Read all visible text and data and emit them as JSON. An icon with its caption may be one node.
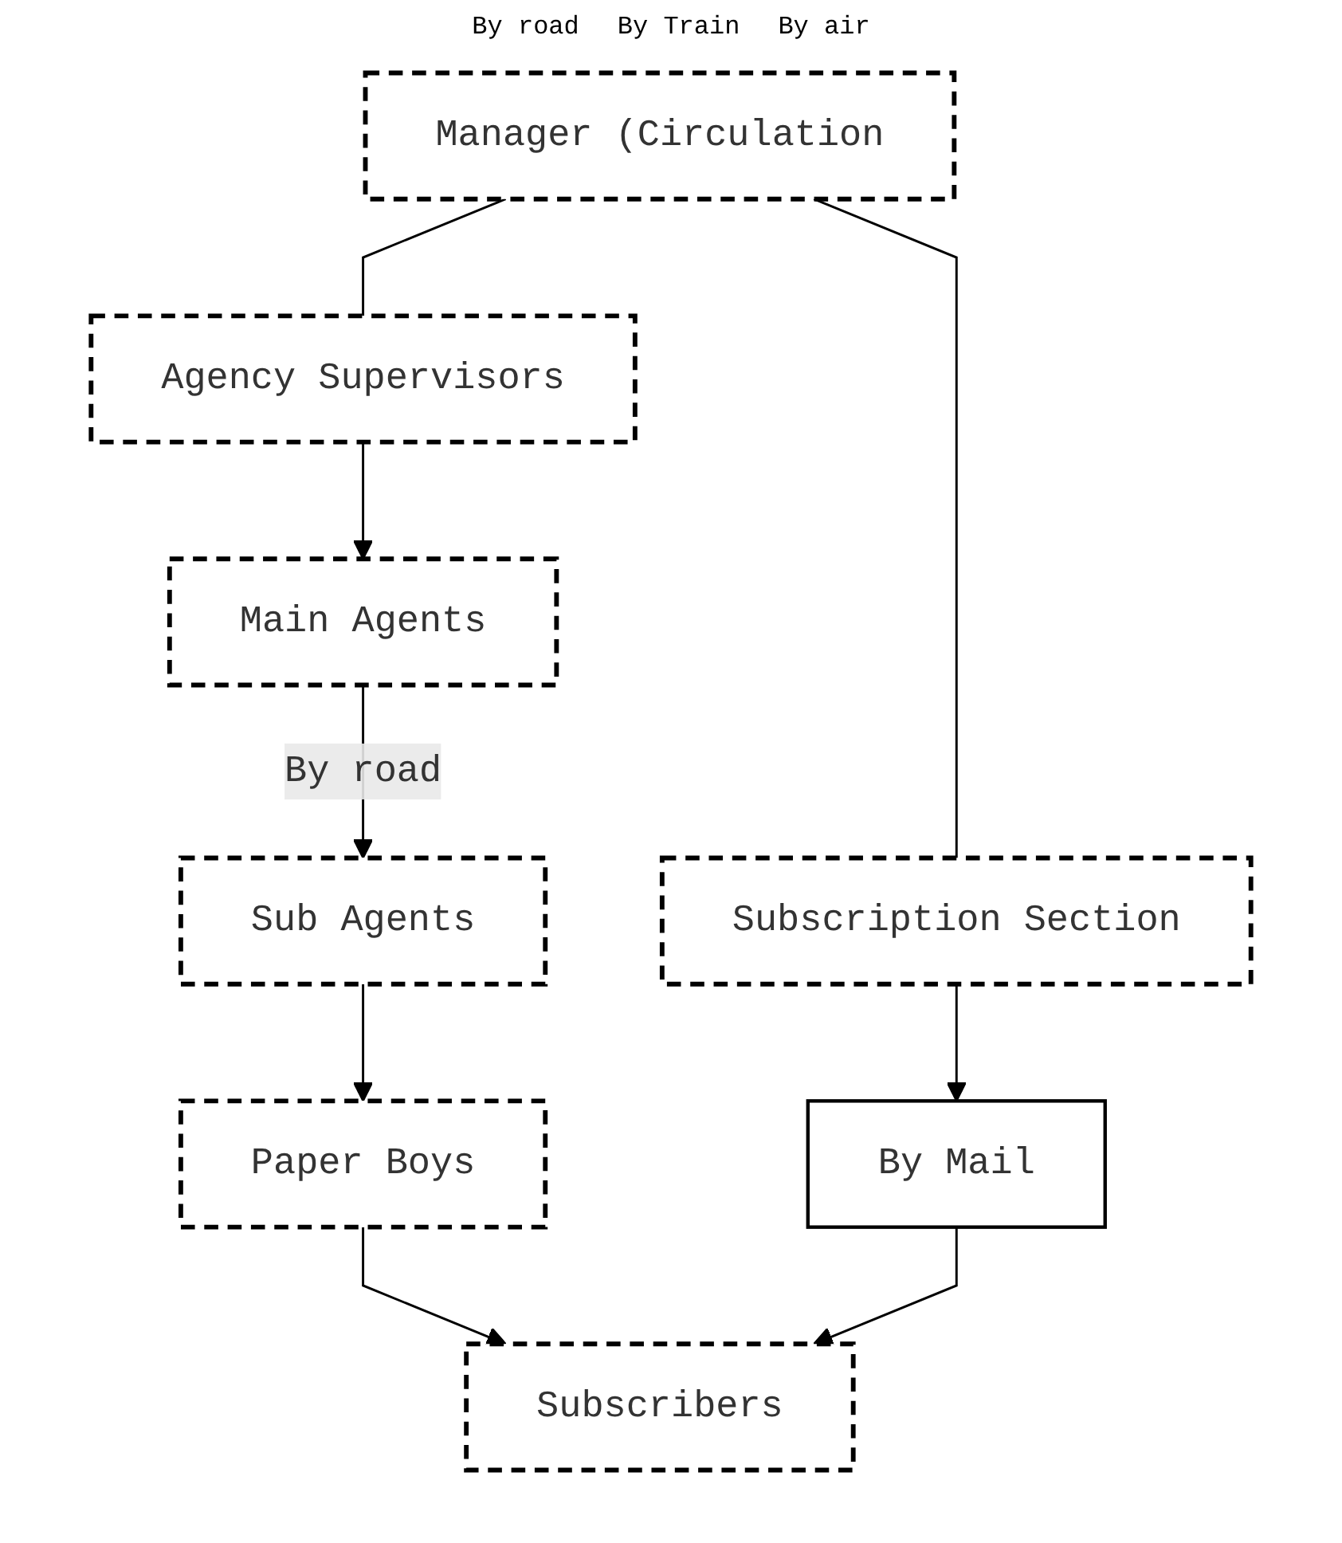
{
  "diagram": {
    "nodes": [
      {
        "text": [
          "Manager (Circulation"
        ]
      },
      {
        "text": [
          "Subscription Section"
        ]
      },
      {
        "text": [
          "Agency Supervisors"
        ]
      },
      {
        "text": [
          "Main Agents"
        ]
      },
      {
        "text": [
          "Sub Agents"
        ]
      },
      {
        "text": [
          "Paper Boys"
        ]
      },
      {
        "text": [
          "By Mail"
        ]
      },
      {
        "text": [
          "Subscribers"
        ]
      }
    ],
    "edges": [
      {
        "from": 0,
        "to": 1,
        "arrow": "none"
      },
      {
        "from": 0,
        "to": 2,
        "arrow": "none"
      },
      {
        "from": 2,
        "to": 3,
        "arrow": "to"
      },
      {
        "from": 1,
        "to": 6,
        "arrow": "to"
      },
      {
        "from": 3,
        "to": 4,
        "arrow": "to",
        "label": "By road"
      },
      {
        "from": 4,
        "to": 5,
        "arrow": "to"
      },
      {
        "from": 5,
        "to": 7,
        "arrow": "to"
      },
      {
        "from": 6,
        "to": 7,
        "arrow": "to"
      }
    ],
    "labels": [
      "By road",
      "By Train",
      "By air"
    ]
  }
}
